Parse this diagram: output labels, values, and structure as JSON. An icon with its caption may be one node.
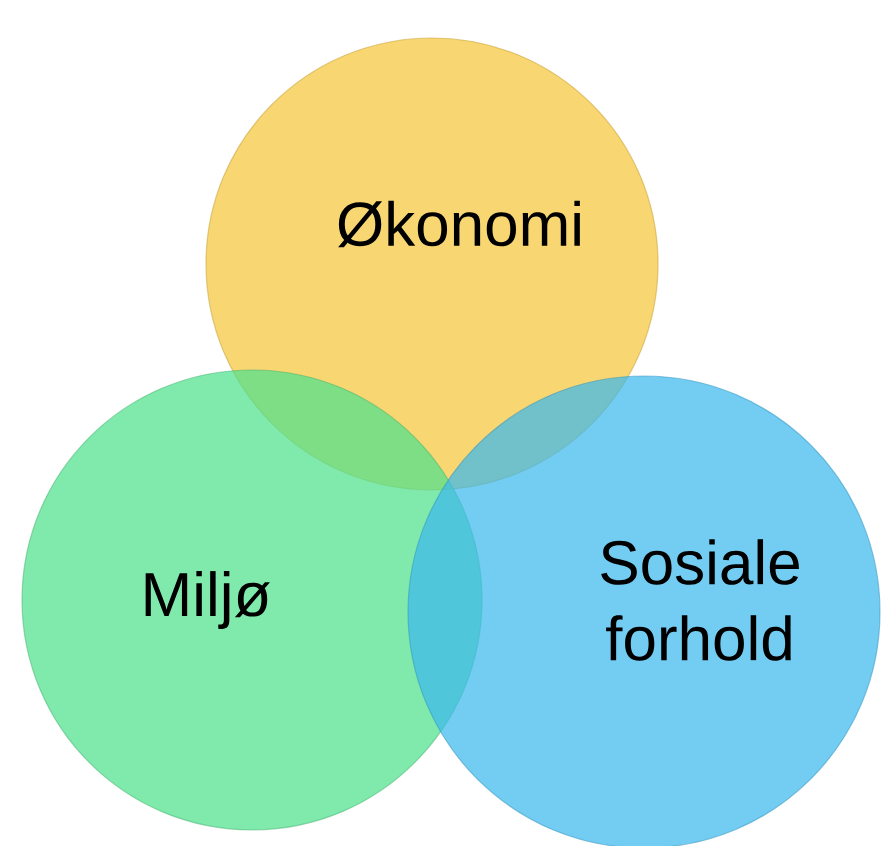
{
  "diagram": {
    "nodes": [
      {
        "text": [
          "Økonomi"
        ]
      },
      {
        "text": [
          "Miljø"
        ]
      },
      {
        "text": [
          "Sosiale forhold"
        ]
      }
    ]
  }
}
